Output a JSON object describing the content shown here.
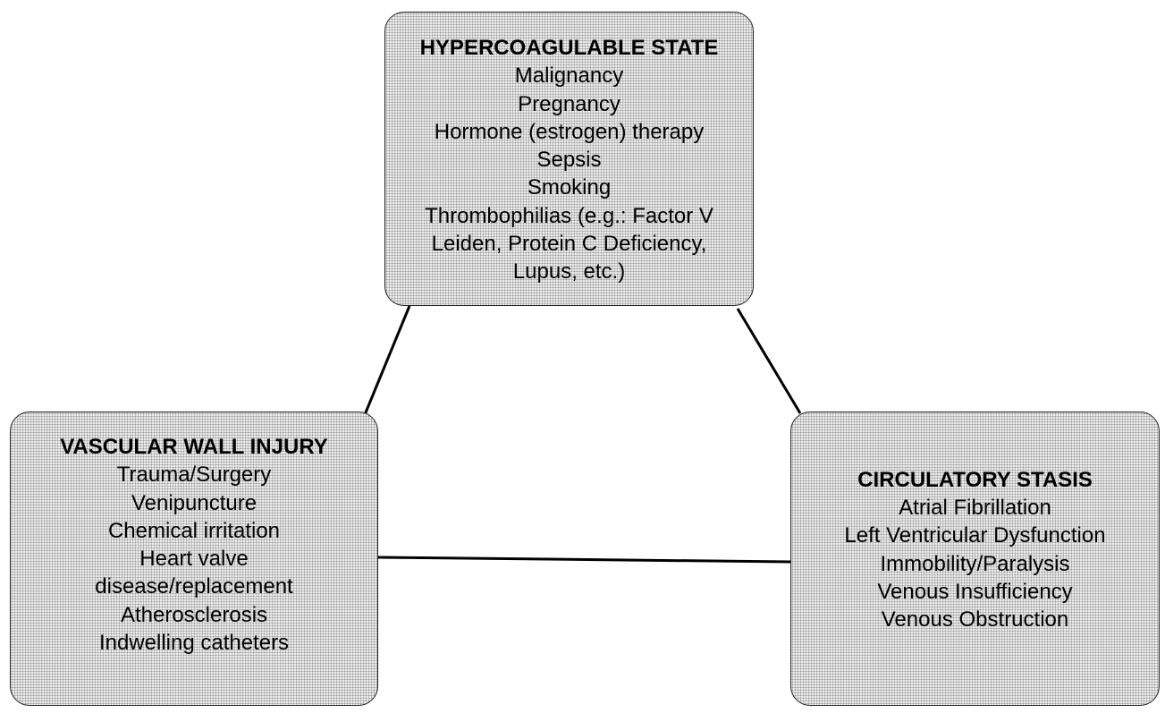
{
  "nodes": {
    "top": {
      "title": "HYPERCOAGULABLE STATE",
      "items": [
        "Malignancy",
        "Pregnancy",
        "Hormone (estrogen) therapy",
        "Sepsis",
        "Smoking",
        "Thrombophilias (e.g.: Factor V",
        "Leiden, Protein C Deficiency,",
        "Lupus, etc.)"
      ]
    },
    "left": {
      "title": "VASCULAR WALL INJURY",
      "items": [
        "Trauma/Surgery",
        "Venipuncture",
        "Chemical irritation",
        "Heart valve",
        "disease/replacement",
        "Atherosclerosis",
        "Indwelling catheters"
      ]
    },
    "right": {
      "title": "CIRCULATORY STASIS",
      "items": [
        "Atrial Fibrillation",
        "Left Ventricular Dysfunction",
        "Immobility/Paralysis",
        "Venous Insufficiency",
        "Venous Obstruction"
      ]
    }
  },
  "colors": {
    "box_fill": "#ececec",
    "box_stipple": "#9a9a9a",
    "border": "#222222",
    "line": "#000000",
    "text": "#000000"
  }
}
